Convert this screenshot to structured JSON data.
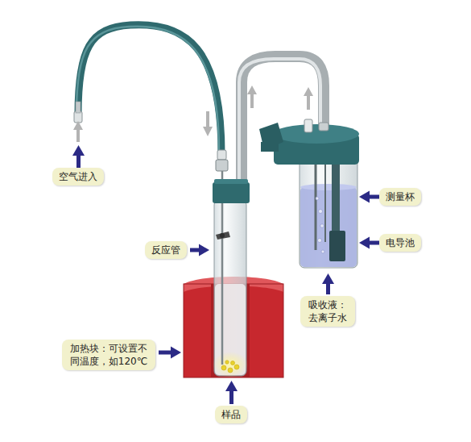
{
  "diagram": {
    "nodes": [
      {
        "text": [
          "空气进入"
        ]
      },
      {
        "text": [
          "测量杯"
        ]
      },
      {
        "text": [
          "电导池"
        ]
      },
      {
        "text": [
          "反应管"
        ]
      },
      {
        "text": [
          "吸收液： 去离子水"
        ]
      },
      {
        "text": [
          "加热块：可设置不 同温度，如120℃"
        ]
      },
      {
        "text": [
          "样品"
        ]
      }
    ]
  }
}
